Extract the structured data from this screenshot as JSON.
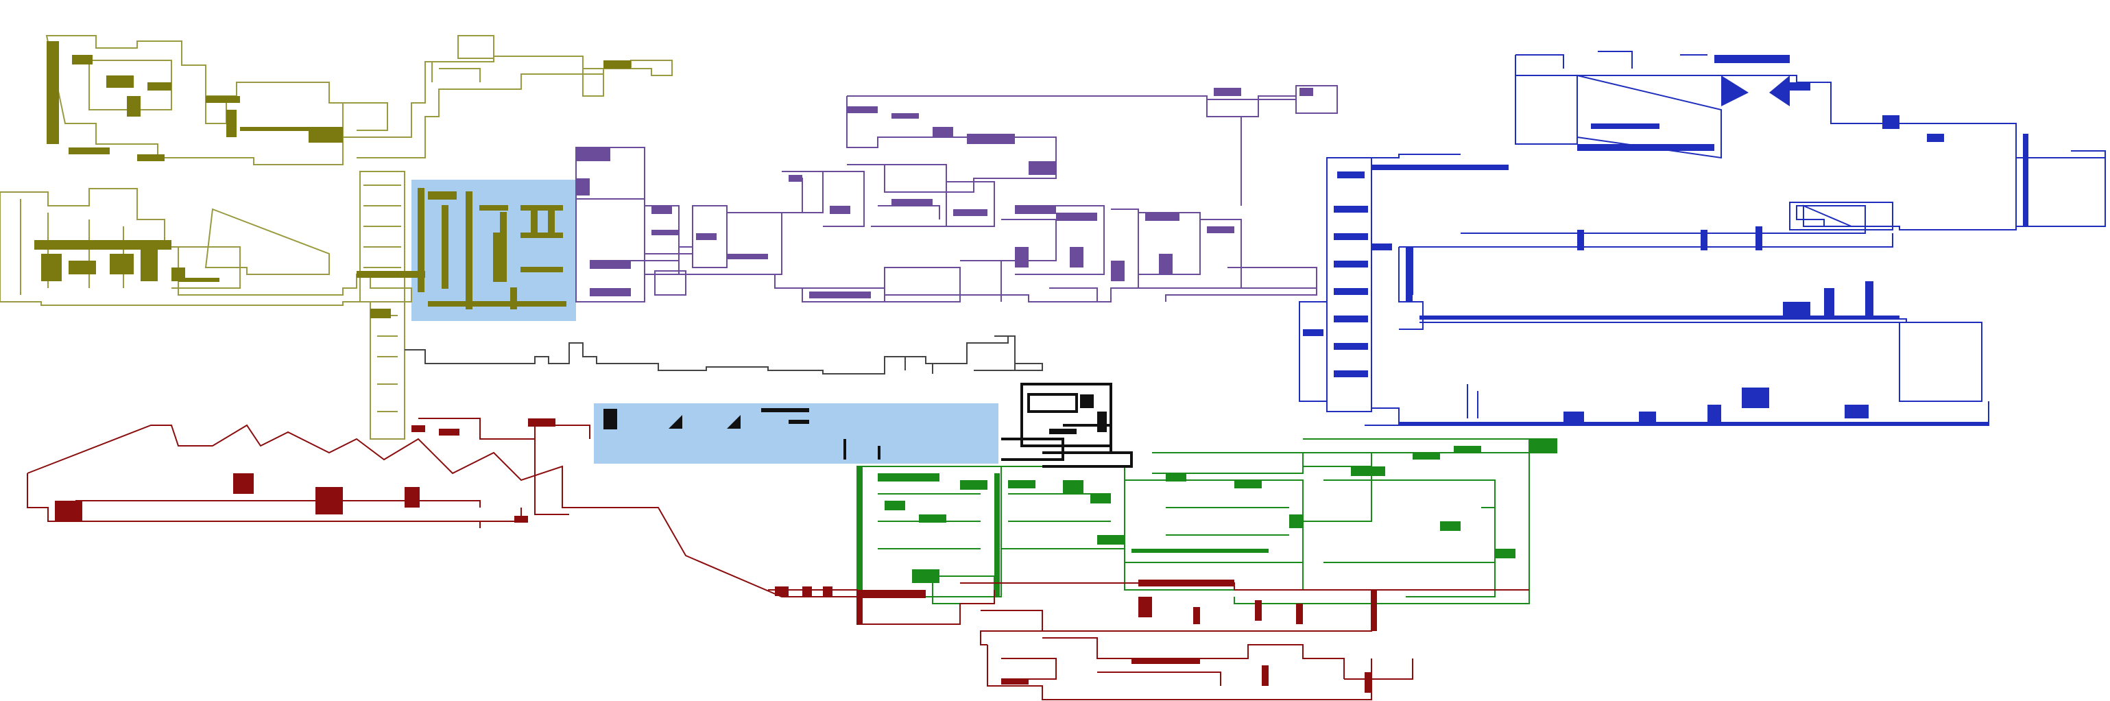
{
  "map": {
    "background": "#ffffff",
    "regions": [
      {
        "id": "olive",
        "color": "#7a7a10",
        "outline": "#9a9a40"
      },
      {
        "id": "purple",
        "color": "#6b4c9a",
        "outline": "#6b4c9a"
      },
      {
        "id": "blue",
        "color": "#1f2ebd",
        "outline": "#1f2ebd"
      },
      {
        "id": "green",
        "color": "#1a8a1a",
        "outline": "#1a8a1a"
      },
      {
        "id": "darkred",
        "color": "#8b0d0d",
        "outline": "#8b0d0d"
      },
      {
        "id": "black",
        "color": "#111111",
        "outline": "#111111"
      },
      {
        "id": "grey",
        "color": "#444444",
        "outline": "#444444"
      }
    ],
    "highlights": [
      {
        "id": "highlight-a",
        "color": "#a8cdee"
      },
      {
        "id": "highlight-b",
        "color": "#a8cdee"
      }
    ]
  }
}
